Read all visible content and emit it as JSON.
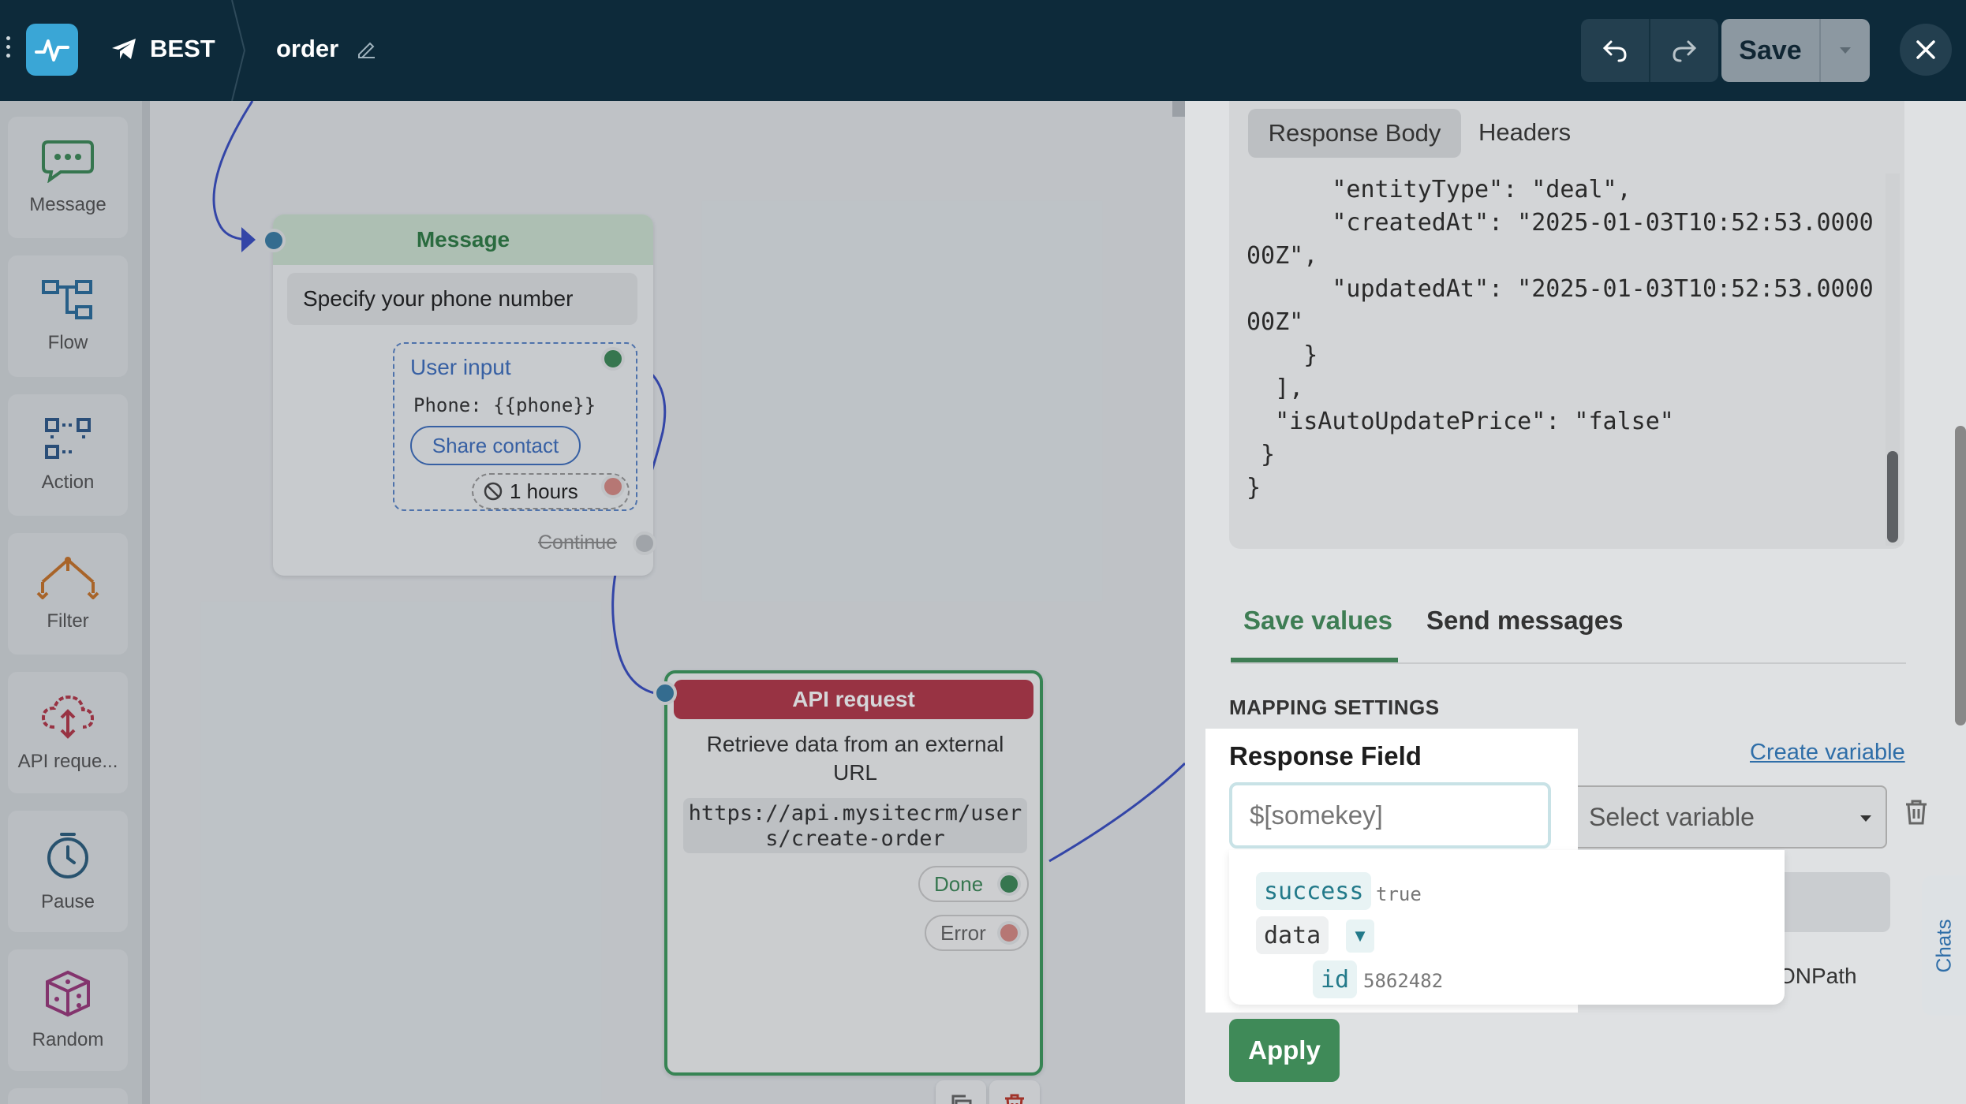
{
  "header": {
    "project": "BEST",
    "flow_name": "order",
    "save_label": "Save"
  },
  "toolbox": [
    {
      "label": "Message",
      "icon": "chat-bubble-icon"
    },
    {
      "label": "Flow",
      "icon": "flow-icon"
    },
    {
      "label": "Action",
      "icon": "action-icon"
    },
    {
      "label": "Filter",
      "icon": "filter-icon"
    },
    {
      "label": "API reque...",
      "icon": "cloud-api-icon"
    },
    {
      "label": "Pause",
      "icon": "clock-icon"
    },
    {
      "label": "Random",
      "icon": "dice-icon"
    }
  ],
  "message_node": {
    "title": "Message",
    "text": "Specify your phone number",
    "user_input_title": "User input",
    "phone_line": "Phone: {{phone}}",
    "share_contact": "Share contact",
    "timeout": "1 hours",
    "continue_label": "Continue"
  },
  "api_node": {
    "title": "API request",
    "description": "Retrieve data from an external URL",
    "url": "https://api.mysitecrm/users/create-order",
    "done_label": "Done",
    "error_label": "Error"
  },
  "panel": {
    "tab_response_body": "Response Body",
    "tab_headers": "Headers",
    "json_lines": [
      "      \"entityType\": \"deal\",",
      "      \"createdAt\": \"2025-01-03T10:52:53.0000",
      "00Z\",",
      "      \"updatedAt\": \"2025-01-03T10:52:53.0000",
      "00Z\"",
      "    }",
      "  ],",
      "  \"isAutoUpdatePrice\": \"false\"",
      " }",
      "}"
    ],
    "tab_save_values": "Save values",
    "tab_send_messages": "Send messages",
    "mapping_title": "MAPPING SETTINGS",
    "response_field_label": "Response Field",
    "response_field_placeholder": "$[somekey]",
    "create_variable": "Create variable",
    "select_variable": "Select variable",
    "jsonpath_fragment": "ONPath",
    "apply_label": "Apply",
    "chats_label": "Chats",
    "suggestions": {
      "success_key": "success",
      "success_val": "true",
      "data_key": "data",
      "id_key": "id",
      "id_val": "5862482"
    }
  },
  "colors": {
    "topbar": "#0d2a3a",
    "accent_green": "#3f8a58",
    "api_red": "#b5394a",
    "link_blue": "#2f6ea8"
  }
}
